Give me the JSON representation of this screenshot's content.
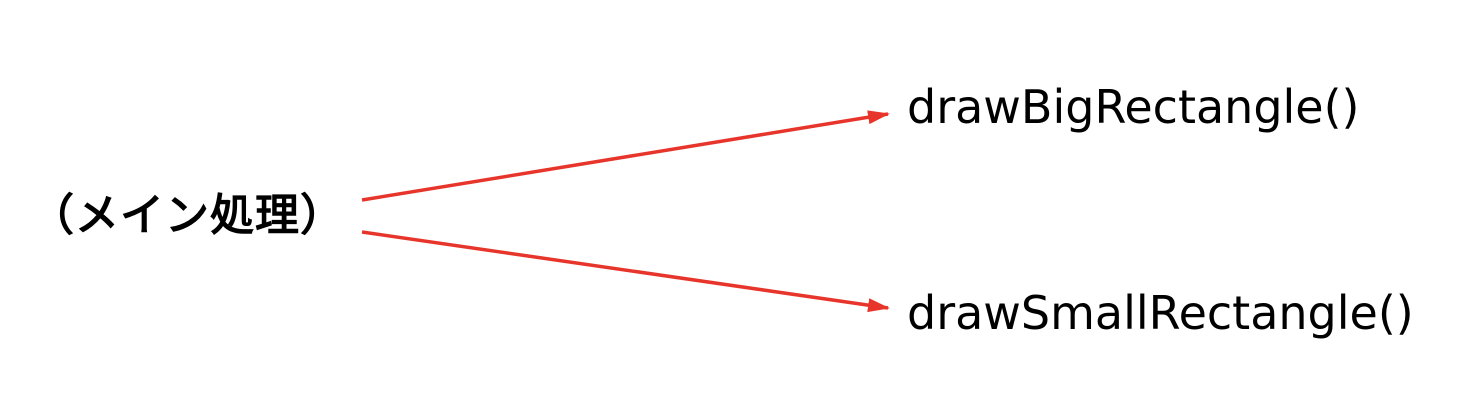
{
  "diagram": {
    "nodes": {
      "main": "（メイン処理）",
      "big": "drawBigRectangle()",
      "small": "drawSmallRectangle()"
    },
    "edges": [
      {
        "from": "main",
        "to": "big"
      },
      {
        "from": "main",
        "to": "small"
      }
    ],
    "colors": {
      "arrow": "#e8352b",
      "text": "#000000",
      "background": "#ffffff"
    }
  }
}
